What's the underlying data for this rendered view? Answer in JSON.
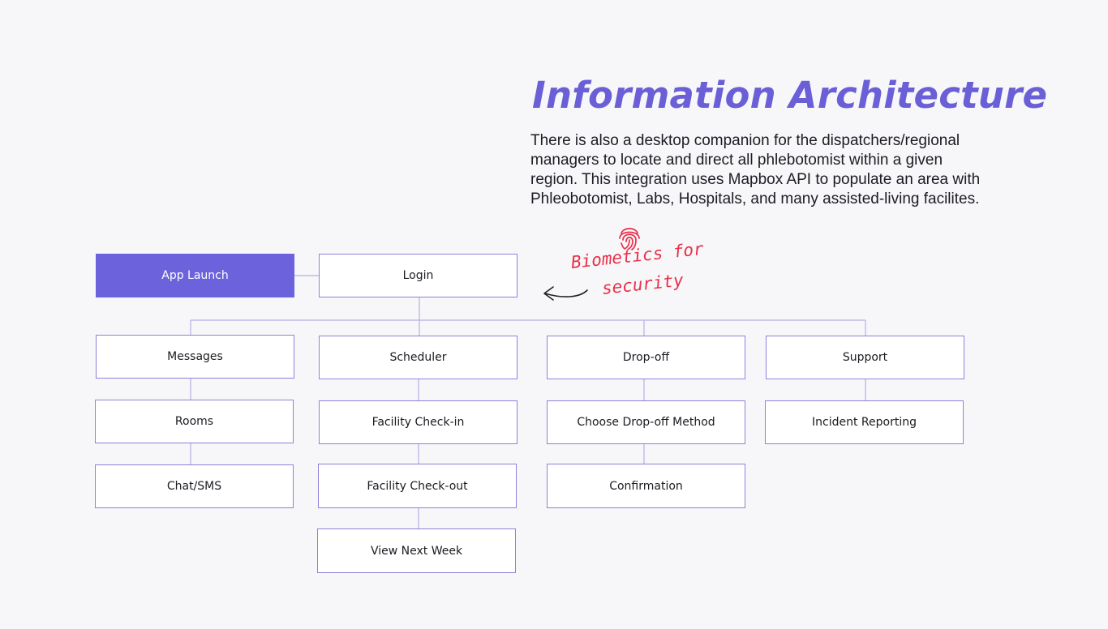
{
  "header": {
    "title": "Information Architecture",
    "description_lines": [
      "There is also a desktop companion for the dispatchers/regional",
      "managers to locate and direct all phlebotomist within a given",
      "region. This integration uses Mapbox API to populate an area with",
      "Phleobotomist, Labs, Hospitals, and many assisted-living facilites."
    ]
  },
  "annotation": {
    "line1": "Biometics for",
    "line2": "security",
    "icon": "fingerprint-icon",
    "color": "#e8304a"
  },
  "colors": {
    "accent": "#6a5fd6",
    "primary_node": "#6c63dc",
    "node_border": "#8b82dc",
    "connector": "#b6b0e6"
  },
  "diagram": {
    "root": {
      "label": "App Launch"
    },
    "login": {
      "label": "Login"
    },
    "branches": [
      {
        "label": "Messages",
        "children": [
          "Rooms",
          "Chat/SMS"
        ]
      },
      {
        "label": "Scheduler",
        "children": [
          "Facility Check-in",
          "Facility Check-out",
          "View Next Week"
        ]
      },
      {
        "label": "Drop-off",
        "children": [
          "Choose Drop-off Method",
          "Confirmation"
        ]
      },
      {
        "label": "Support",
        "children": [
          "Incident Reporting"
        ]
      }
    ]
  }
}
